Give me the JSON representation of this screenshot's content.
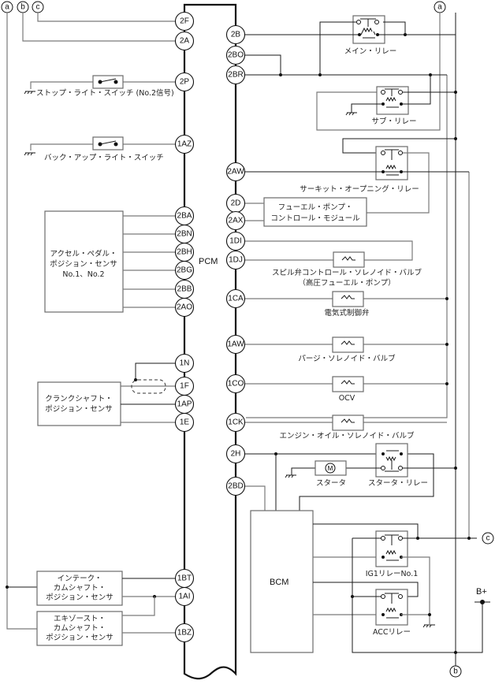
{
  "modules": {
    "pcm": "PCM",
    "bcm": "BCM",
    "battery": "B+"
  },
  "connectors": {
    "a": "a",
    "b": "b",
    "c": "c"
  },
  "pcm_pins": {
    "left": [
      "2F",
      "2A",
      "2P",
      "1AZ",
      "2BA",
      "2BN",
      "2BH",
      "2BG",
      "2BB",
      "2AO",
      "1N",
      "1F",
      "1AP",
      "1E",
      "1BT",
      "1AI",
      "1BZ"
    ],
    "right": [
      "2B",
      "2BO",
      "2BR",
      "2AW",
      "2D",
      "2AX",
      "1DI",
      "1DJ",
      "1CA",
      "1AW",
      "1CO",
      "1CK",
      "2H",
      "2BD"
    ]
  },
  "components": {
    "stop_light_switch": "ストップ・ライト・スイッチ (No.2信号)",
    "backup_light_switch": "バック・アップ・ライト・スイッチ",
    "app_sensor": [
      "アクセル・ペダル・",
      "ポジション・センサ",
      "No.1、No.2"
    ],
    "ckp_sensor": [
      "クランクシャフト・",
      "ポジション・センサ"
    ],
    "intake_cmp_sensor": [
      "インテーク・",
      "カムシャフト・",
      "ポジション・センサ"
    ],
    "exhaust_cmp_sensor": [
      "エキゾースト・",
      "カムシャフト・",
      "ポジション・センサ"
    ],
    "main_relay": "メイン・リレー",
    "sub_relay": "サブ・リレー",
    "circuit_opening_relay": "サーキット・オープニング・リレー",
    "fuel_pump_control_module": [
      "フューエル・ポンプ・",
      "コントロール・モジュール"
    ],
    "spill_valve": [
      "スピル弁コントロール・ソレノイド・バルブ",
      "（高圧フューエル・ポンプ）"
    ],
    "electric_control_valve": "電気式制御弁",
    "purge_solenoid": "パージ・ソレノイド・バルブ",
    "ocv": "OCV",
    "engine_oil_solenoid": "エンジン・オイル・ソレノイド・バルブ",
    "starter": "スタータ",
    "starter_relay": "スタータ・リレー",
    "ig1_relay": "IG1リレーNo.1",
    "acc_relay": "ACCリレー"
  }
}
